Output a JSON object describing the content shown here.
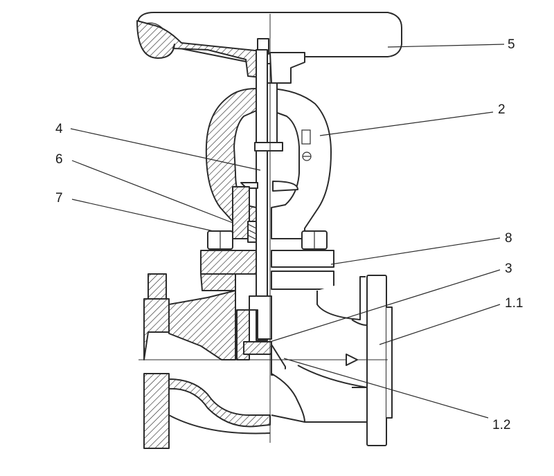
{
  "callouts": [
    {
      "id": "handwheel",
      "label": "5"
    },
    {
      "id": "bonnet",
      "label": "2"
    },
    {
      "id": "stem",
      "label": "4"
    },
    {
      "id": "packing",
      "label": "6"
    },
    {
      "id": "gland-bolt",
      "label": "7"
    },
    {
      "id": "gasket",
      "label": "8"
    },
    {
      "id": "disc",
      "label": "3"
    },
    {
      "id": "body",
      "label": "1.1"
    },
    {
      "id": "seat",
      "label": "1.2"
    }
  ],
  "colors": {
    "line": "#2b2b2b",
    "background": "#ffffff"
  }
}
